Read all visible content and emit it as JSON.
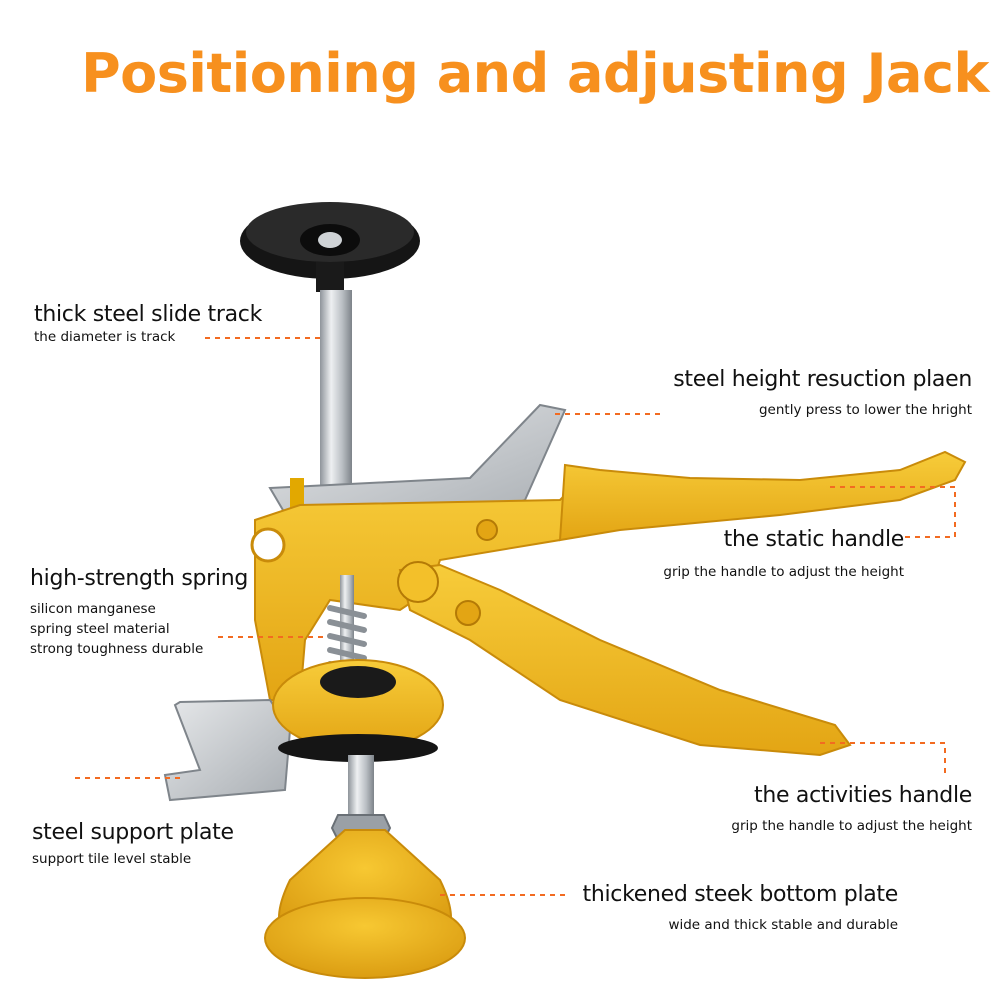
{
  "title": "Positioning and adjusting Jack",
  "colors": {
    "title": "#f7901e",
    "leader": "#f26b21",
    "body_yellow": "#f2b81b",
    "steel": "#c8ccd0",
    "rubber": "#151515"
  },
  "labels": {
    "slide_track": {
      "heading": "thick steel slide track",
      "sub": "the diameter is track"
    },
    "spring": {
      "heading": "high-strength spring",
      "sub": [
        "silicon manganese",
        "spring steel material",
        "strong toughness durable"
      ]
    },
    "support_plate": {
      "heading": "steel support plate",
      "sub": "support tile level stable"
    },
    "height_plate": {
      "heading": "steel height resuction plaen",
      "sub": "gently press to lower the hright"
    },
    "static_handle": {
      "heading": "the static handle",
      "sub": "grip the handle to adjust the height"
    },
    "activities_handle": {
      "heading": "the activities handle",
      "sub": "grip the handle to adjust the height"
    },
    "bottom_plate": {
      "heading": "thickened steek bottom plate",
      "sub": "wide and thick stable and durable"
    }
  }
}
